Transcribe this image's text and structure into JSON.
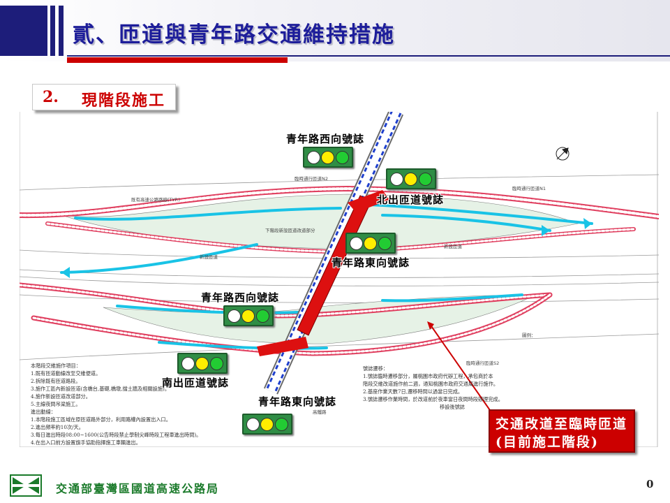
{
  "slide": {
    "title": "貳、匝道與青年路交通維持措施",
    "subtitle_num": "2.",
    "subtitle_text": "現階段施工",
    "page_number": "0"
  },
  "signals": [
    {
      "id": "west-top",
      "label": "青年路西向號誌",
      "lamps": [
        "white",
        "yellow",
        "green"
      ]
    },
    {
      "id": "north-ramp",
      "label": "北出匝道號誌",
      "lamps": [
        "white",
        "yellow",
        "green"
      ]
    },
    {
      "id": "east-mid",
      "label": "青年路東向號誌",
      "lamps": [
        "white",
        "yellow",
        "green"
      ]
    },
    {
      "id": "west-mid",
      "label": "青年路西向號誌",
      "lamps": [
        "white",
        "yellow",
        "green"
      ]
    },
    {
      "id": "south-ramp",
      "label": "南出匝道號誌",
      "lamps": [
        "white",
        "yellow",
        "green"
      ]
    },
    {
      "id": "east-bottom",
      "label": "青年路東向號誌",
      "lamps": [
        "white",
        "yellow",
        "green"
      ]
    }
  ],
  "callout": {
    "text": "交通改道至臨時匝道(目前施工階段)"
  },
  "notes": {
    "header": "本階段交維施作項目：",
    "items": [
      "1.既有匝道動線改至交維便道。",
      "2.拆除既有匝道路段。",
      "3.施作工區內新設匝道(含橋台,基礎,橋墩,擋土牆及相關設施)。",
      "4.施作新設匝道改道部分。",
      "5.主線夜間吊梁施工。"
    ],
    "section": "進出動線：",
    "items2": [
      "1.本階段施工區域在原匝道路外部分，利用路權內設置出入口。",
      "2.進出頻率約10次/天。",
      "3.每日進出時段08:00~1600(公告時段禁止學制尖峰時段工程車進出時間)。",
      "4.在出入口前方設置旗手協助指揮施工車輛進出。"
    ]
  },
  "notes_right": {
    "header": "號誌遷移：",
    "items": [
      "1.號誌臨時遷移部分，屬桃園市政府代辦工程，承包商於本",
      "階段交維改道施作前二週，通知桃園市政府交通局進行施作。",
      "2.基座作業天數7日,遷移時間以過當日完成。",
      "3.號誌遷移作業時間，於改道前於夜車當日夜間時段辦理完成。"
    ]
  },
  "drawing_labels": {
    "existing_ramp_note": "既有高速公路路線(TYP.)",
    "new_ramp": "新設匝道",
    "modify_part": "下階段新設匝道改道部分",
    "temp_ramp": "臨時通行匝道S2",
    "temp_ramp_n1": "臨時通行匝道N1",
    "temp_ramp_n2": "臨時通行匝道N2",
    "road_name": "高鐵路",
    "legend": "圖例：",
    "legend_line": "移設後號誌"
  },
  "footer": {
    "agency": "交通部臺灣區國道高速公路局"
  },
  "colors": {
    "title": "#1d1d9a",
    "header_block": "#1d1d7a",
    "accent_red": "#cc0000",
    "signal_box": "#2f8d45",
    "cyan_arrow": "#19c3e6",
    "footer_green": "#1a7a2a"
  }
}
